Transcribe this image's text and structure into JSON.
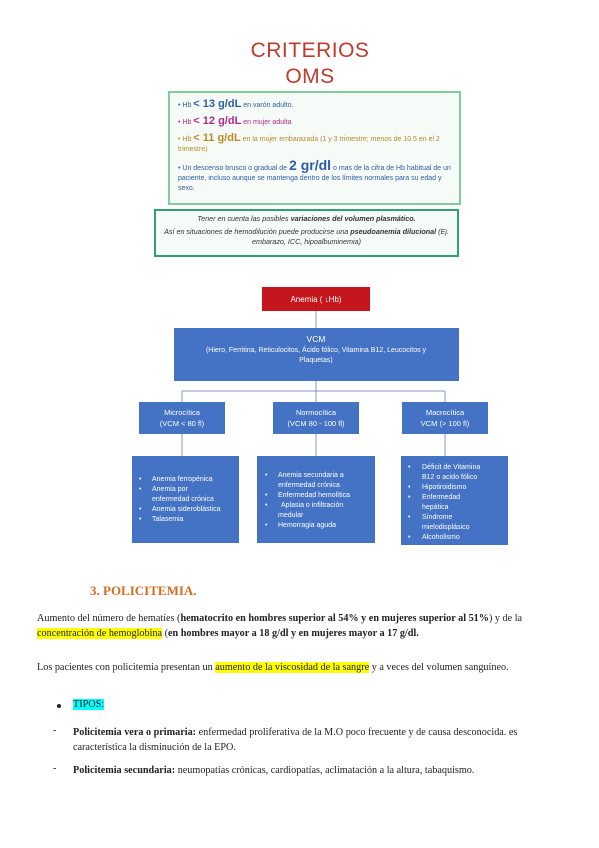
{
  "criteria": {
    "title_line1": "CRITERIOS",
    "title_line2": "OMS",
    "item1_pre": "• Hb ",
    "item1_value": "< 13 g/dL",
    "item1_post": " en varón adulto.",
    "item2_pre": "• Hb ",
    "item2_value": "< 12 g/dL",
    "item2_post": " en mujer adulta",
    "item3_pre": "• Hb ",
    "item3_value": "< 11 g/dL",
    "item3_post": " en la mujer embarazada (1 y 3 trimestre; menos de 10.5 en el 2 trimestre)",
    "item4_pre": "• Un descenso brusco o gradual de ",
    "item4_value": "2 gr/dl",
    "item4_post": " o mas de la cifra de Hb habitual de un paciente, incluso aunque se mantenga dentro de los límites normales para su edad y sexo.",
    "colors": {
      "title": "#c0392b",
      "item1": "#2c5ea8",
      "item2": "#b02a8a",
      "item3": "#b98a2a",
      "item4": "#2e5caa",
      "box_border": "#7fcf9a"
    }
  },
  "note": {
    "line1_pre": "Tener en cuenta las posibles ",
    "line1_bold": "variaciones del volumen plasmático.",
    "line2_pre": "Así en situaciones de hemodilución puede producirse una ",
    "line2_bold": "pseudoanemia dilucional",
    "line2_post": " (Ej. embarazo, ICC, hipoalbuminemia)"
  },
  "flowchart": {
    "root": "Anemia ( ↓Hb)",
    "vcm_title": "VCM",
    "vcm_sub1": "(Hiero, Ferritina, Reticulocitos, Ácido fólico, Vitamina B12,  Leucocitos y",
    "vcm_sub2": "Plaquetas)",
    "branches": [
      {
        "title": "Microcítica",
        "sub": "(VCM < 80 fl)",
        "items": [
          "Anemia ferropénica",
          "Anemia por",
          "enfermedad crónica",
          "Anemia sideroblástica",
          "Talasemia"
        ]
      },
      {
        "title": "Normocítica",
        "sub": "(VCM 80 - 100 fl)",
        "items": [
          "Anemia secundaria a",
          "enfermedad crónica",
          "Enfermedad hemolítica",
          "Aplasia o infiltración",
          "medular",
          "Hemorragia aguda"
        ]
      },
      {
        "title": "Macrocítica",
        "sub": "VCM (> 100 fl)",
        "items": [
          "Déficit de Vitamina",
          "B12 o acido fólico",
          "Hipotiroidismo",
          "Enfermedad",
          "hepática",
          "Síndrome",
          "mielodisplásico",
          "Alcoholismo"
        ]
      }
    ],
    "colors": {
      "root": "#c4161c",
      "node": "#4472c4"
    }
  },
  "section": {
    "heading": "3.  POLICITEMIA.",
    "p1_a": "Aumento del número de hematíes (",
    "p1_b": "hematocrito en hombres superior al 54% y en mujeres superior al 51%",
    "p1_c": ") y de la ",
    "p1_d": "concentración de hemoglobina",
    "p1_e": " (",
    "p1_f": "en hombres mayor a 18 g/dl y en mujeres mayor a 17 g/dl.",
    "p2_a": "Los pacientes con policitemia presentan un ",
    "p2_b": "aumento de la viscosidad de la sangre",
    "p2_c": " y a veces del volumen sanguíneo.",
    "tipos": "TIPOS:",
    "t1_bold": "Policitemia vera o primaria:",
    "t1_rest": " enfermedad proliferativa de la M.O poco frecuente y de causa desconocida. es característica la disminución de la EPO.",
    "t2_bold": "Policitemia secundaria:",
    "t2_rest": " neumopatías crónicas, cardiopatías, aclimatación a la altura, tabaquismo.",
    "dash": "-"
  }
}
